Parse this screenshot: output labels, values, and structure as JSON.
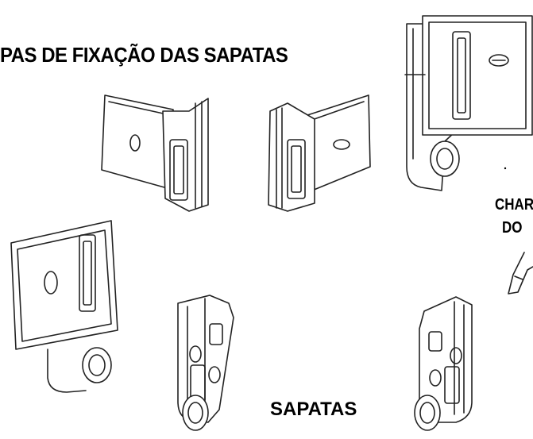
{
  "labels": {
    "title": "PAS DE FIXAÇÃO DAS  SAPATAS",
    "caption": "SAPATAS",
    "side_line1": "CHAR",
    "side_line2": "DO"
  }
}
